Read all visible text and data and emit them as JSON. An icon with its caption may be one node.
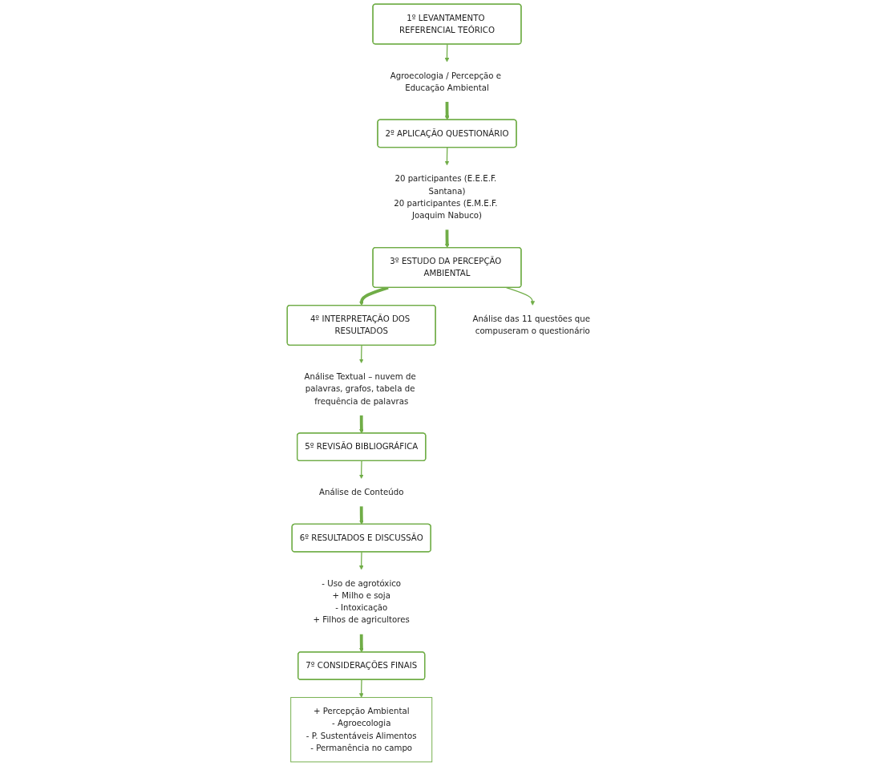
{
  "diagram": {
    "nodes": [
      {
        "text": [
          "3º ESTUDO DA PERCEPÇÃO AMBIENTAL"
        ]
      },
      {
        "text": [
          "4º INTERPRETAÇÃO DOS RESULTADOS"
        ]
      },
      {
        "text": [
          "Análise das 11 questões que compuseram o questionário"
        ]
      },
      {
        "text": [
          "Análise Textual – nuvem de palavras, grafos, tabela de frequência de palavras"
        ]
      },
      {
        "text": [
          "20 participantes (E.E.E.F. Santana)",
          "20 participantes (E.M.E.F. Joaquim Nabuco)"
        ]
      },
      {
        "text": [
          "+ Percepção Ambiental",
          "- Agroecologia",
          "- P. Sustentáveis Alimentos",
          "- Permanência no campo"
        ]
      },
      {
        "text": [
          "5º REVISÃO BIBLIOGRÁFICA"
        ]
      },
      {
        "text": [
          "2º APLICAÇÃO QUESTIONÁRIO"
        ]
      },
      {
        "text": [
          "7º CONSIDERAÇÕES FINAIS"
        ]
      },
      {
        "text": [
          "Agroecologia / Percepção e Educação Ambiental"
        ]
      },
      {
        "text": [
          "- Uso de agrotóxico",
          "+ Milho e soja",
          "- Intoxicação",
          "+ Filhos de agricultores"
        ]
      },
      {
        "text": [
          "Análise de Conteúdo"
        ]
      },
      {
        "text": [
          "1º LEVANTAMENTO REFERENCIAL TEÓRICO"
        ]
      },
      {
        "text": [
          "6º RESULTADOS E DISCUSSÃO"
        ]
      }
    ],
    "edges": [
      {
        "from": 12,
        "to": 9,
        "arrow": "to"
      },
      {
        "from": 9,
        "to": 7,
        "arrow": "to",
        "style": "thick"
      },
      {
        "from": 7,
        "to": 4,
        "arrow": "to"
      },
      {
        "from": 4,
        "to": 0,
        "arrow": "to",
        "style": "thick"
      },
      {
        "from": 0,
        "to": 2,
        "arrow": "to"
      },
      {
        "from": 0,
        "to": 1,
        "arrow": "to",
        "style": "thick"
      },
      {
        "from": 1,
        "to": 3,
        "arrow": "to"
      },
      {
        "from": 3,
        "to": 6,
        "arrow": "to",
        "style": "thick"
      },
      {
        "from": 6,
        "to": 11,
        "arrow": "to"
      },
      {
        "from": 11,
        "to": 13,
        "arrow": "to",
        "style": "thick"
      },
      {
        "from": 13,
        "to": 10,
        "arrow": "to"
      },
      {
        "from": 10,
        "to": 8,
        "arrow": "to",
        "style": "thick"
      },
      {
        "from": 8,
        "to": 5,
        "arrow": "to"
      }
    ]
  }
}
